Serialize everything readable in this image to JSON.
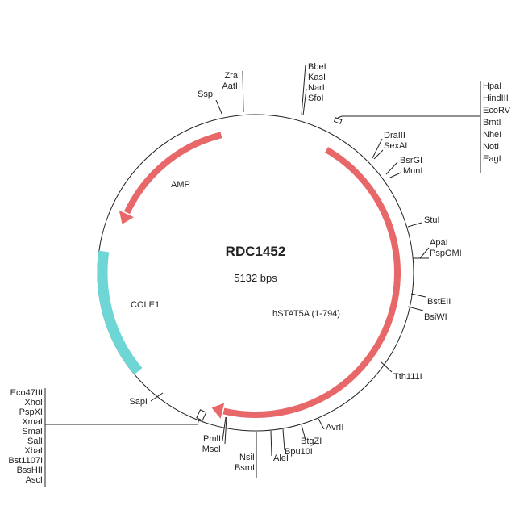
{
  "plasmid": {
    "name": "RDC1452",
    "size": "5132 bps"
  },
  "colors": {
    "backbone": "#222222",
    "cds": "#e8686a",
    "origin": "#6fd6d6"
  },
  "features": {
    "amp": {
      "label": "AMP",
      "start_deg": -14,
      "end_deg": -70
    },
    "stat": {
      "label": "hSTAT5A (1-794)",
      "start_deg": 30,
      "end_deg": 198
    },
    "cole1": {
      "label": "COLE1",
      "start_deg": 230,
      "end_deg": 278
    }
  },
  "sites": {
    "sspi": "SspI",
    "zra": [
      "ZraI",
      "AatII"
    ],
    "bbe": [
      "BbeI",
      "KasI",
      "NarI",
      "SfoI"
    ],
    "mcs1": [
      "HpaI",
      "HindIII",
      "EcoRV",
      "BmtI",
      "NheI",
      "NotI",
      "EagI"
    ],
    "dra": [
      "DraIII",
      "SexAI"
    ],
    "bsrg": [
      "BsrGI",
      "MunI"
    ],
    "stui": "StuI",
    "apa": [
      "ApaI",
      "PspOMI"
    ],
    "bsteii": "BstEII",
    "bsiwi": "BsiWI",
    "tth": "Tth111I",
    "avrii": "AvrII",
    "btgzi": "BtgZI",
    "bpu": "Bpu10I",
    "alei": "AleI",
    "nsi": [
      "NsiI",
      "BsmI"
    ],
    "pml": [
      "PmlI",
      "MscI"
    ],
    "sapi": "SapI",
    "mcs2": [
      "Eco47III",
      "XhoI",
      "PspXI",
      "XmaI",
      "SmaI",
      "SalI",
      "XbaI",
      "Bst1107I",
      "BssHII",
      "AscI"
    ]
  }
}
